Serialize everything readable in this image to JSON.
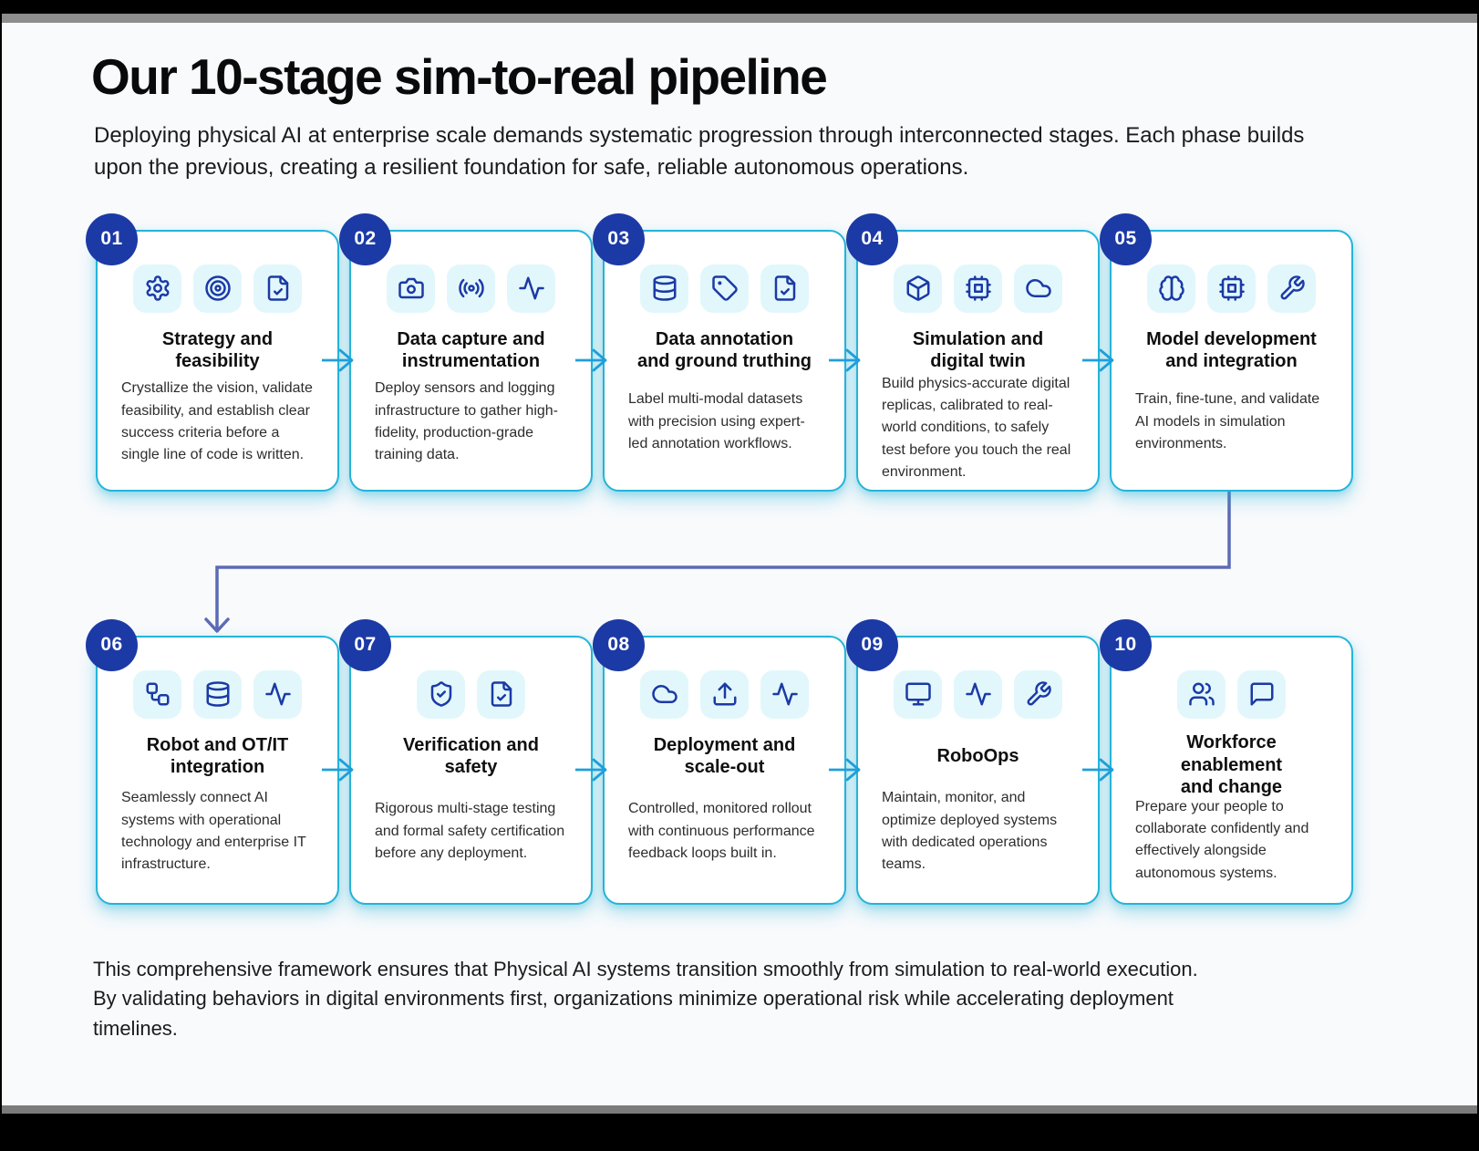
{
  "header": {
    "title": "Our 10-stage sim-to-real pipeline",
    "subtitle": "Deploying physical AI at enterprise scale demands systematic progression through interconnected stages. Each phase builds upon the previous, creating a resilient foundation for safe, reliable autonomous operations."
  },
  "footer": {
    "text": "This comprehensive framework ensures that Physical AI systems transition smoothly from simulation to real-world execution. By validating behaviors in digital environments first, organizations minimize operational risk while accelerating deployment timelines."
  },
  "colors": {
    "page_bg": "#f8fafc",
    "title_text": "#0a0a0a",
    "body_text": "#2d2d2d",
    "body_text_dark": "#1b1b1b",
    "badge_bg": "#1c3aa5",
    "badge_text": "#ffffff",
    "icon_stroke": "#1b3aa6",
    "icon_tile_bg": "#e2f7fb",
    "card_border": "#25b4d8",
    "arrow": "#1e9fdb",
    "connector": "#5b6bb5"
  },
  "stages": [
    {
      "number": "01",
      "title": "Strategy and\nfeasibility",
      "body": "Crystallize the vision, validate feasibility, and establish clear success criteria before a single line of code is written.",
      "icons": [
        "gear-icon",
        "target-icon",
        "file-check-icon"
      ]
    },
    {
      "number": "02",
      "title": "Data capture and\ninstrumentation",
      "body": "Deploy sensors and logging infrastructure to gather high-fidelity, production-grade training data.",
      "icons": [
        "camera-icon",
        "broadcast-icon",
        "activity-icon"
      ]
    },
    {
      "number": "03",
      "title": "Data annotation\nand ground truthing",
      "body": "Label multi-modal datasets with precision using expert-led annotation workflows.",
      "icons": [
        "database-icon",
        "tag-icon",
        "file-check-icon"
      ]
    },
    {
      "number": "04",
      "title": "Simulation and\ndigital twin",
      "body": "Build physics-accurate digital replicas, calibrated to real-world conditions, to safely test before you touch the real environment.",
      "icons": [
        "cube-icon",
        "cpu-icon",
        "cloud-icon"
      ]
    },
    {
      "number": "05",
      "title": "Model development\nand integration",
      "body": "Train, fine-tune, and validate AI models in simulation environments.",
      "icons": [
        "brain-icon",
        "cpu-icon",
        "wrench-icon"
      ]
    },
    {
      "number": "06",
      "title": "Robot and OT/IT\nintegration",
      "body": "Seamlessly connect AI systems with operational technology and enterprise IT infrastructure.",
      "icons": [
        "workflow-icon",
        "database-icon",
        "activity-icon"
      ]
    },
    {
      "number": "07",
      "title": "Verification and\nsafety",
      "body": "Rigorous multi-stage testing and formal safety certification before any deployment.",
      "icons": [
        "shield-check-icon",
        "file-check-icon"
      ]
    },
    {
      "number": "08",
      "title": "Deployment and\nscale-out",
      "body": "Controlled, monitored rollout with continuous performance feedback loops built in.",
      "icons": [
        "cloud-icon",
        "upload-icon",
        "activity-icon"
      ]
    },
    {
      "number": "09",
      "title": "RoboOps",
      "body": "Maintain, monitor, and optimize deployed systems with dedicated operations teams.",
      "icons": [
        "monitor-icon",
        "activity-icon",
        "wrench-icon"
      ]
    },
    {
      "number": "10",
      "title": "Workforce enablement\nand change",
      "body": "Prepare your people to collaborate confidently and effectively alongside autonomous systems.",
      "icons": [
        "users-icon",
        "message-square-icon"
      ]
    }
  ]
}
